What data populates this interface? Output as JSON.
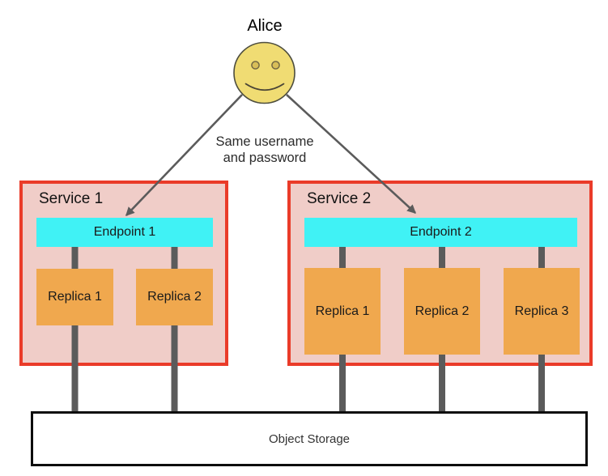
{
  "actor": {
    "name": "Alice"
  },
  "annotation": {
    "line1": "Same username",
    "line2": "and password"
  },
  "services": [
    {
      "name": "Service 1",
      "endpoint": "Endpoint 1",
      "replicas": [
        "Replica 1",
        "Replica 2"
      ]
    },
    {
      "name": "Service 2",
      "endpoint": "Endpoint 2",
      "replicas": [
        "Replica 1",
        "Replica 2",
        "Replica 3"
      ]
    }
  ],
  "storage": {
    "label": "Object Storage"
  },
  "colors": {
    "service_fill": "#f0cdc8",
    "service_border": "#ea3b29",
    "endpoint_fill": "#40f2f5",
    "replica_fill": "#f0a84e",
    "connector_gray": "#5b5b5b",
    "face_fill": "#f0dc73",
    "storage_border": "#0d0d0d",
    "background": "#ffffff"
  }
}
